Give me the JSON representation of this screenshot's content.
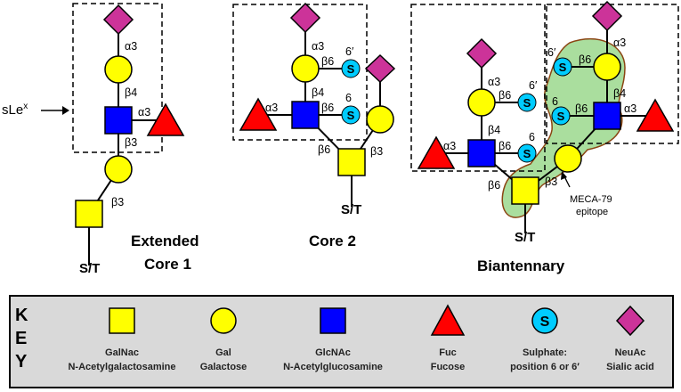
{
  "colors": {
    "galnac": "#ffff00",
    "gal": "#ffff00",
    "glcnac": "#0000ff",
    "fuc": "#ff0000",
    "sulphate": "#00ccff",
    "neuac": "#cc3399",
    "epitope_fill": "#7ccd6a",
    "epitope_outline": "#8b4513",
    "key_bg": "#d9d9d9"
  },
  "annotations": {
    "slex": "sLe",
    "slex_sup": "x",
    "meca_line1": "MECA-79",
    "meca_line2": "epitope"
  },
  "structures": {
    "extended_core1": {
      "title_line1": "Extended",
      "title_line2": "Core 1",
      "attachment": "S/T"
    },
    "core2": {
      "title": "Core 2",
      "attachment": "S/T"
    },
    "biantennary": {
      "title": "Biantennary",
      "attachment": "S/T"
    }
  },
  "linkages": {
    "a3": "α3",
    "b3": "β3",
    "b4": "β4",
    "b6": "β6",
    "s6": "6",
    "s6p": "6′",
    "s_letter": "S"
  },
  "key": {
    "letters": [
      "K",
      "E",
      "Y"
    ],
    "items": [
      {
        "icon": "square-yellow",
        "name": "GalNac",
        "desc": "N-Acetylgalactosamine"
      },
      {
        "icon": "circle-yellow",
        "name": "Gal",
        "desc": "Galactose"
      },
      {
        "icon": "square-blue",
        "name": "GlcNAc",
        "desc": "N-Acetylglucosamine"
      },
      {
        "icon": "triangle-red",
        "name": "Fuc",
        "desc": "Fucose"
      },
      {
        "icon": "circle-cyan",
        "name": "Sulphate:",
        "desc": "position 6 or 6′"
      },
      {
        "icon": "diamond-magenta",
        "name": "NeuAc",
        "desc": "Sialic acid"
      }
    ]
  }
}
